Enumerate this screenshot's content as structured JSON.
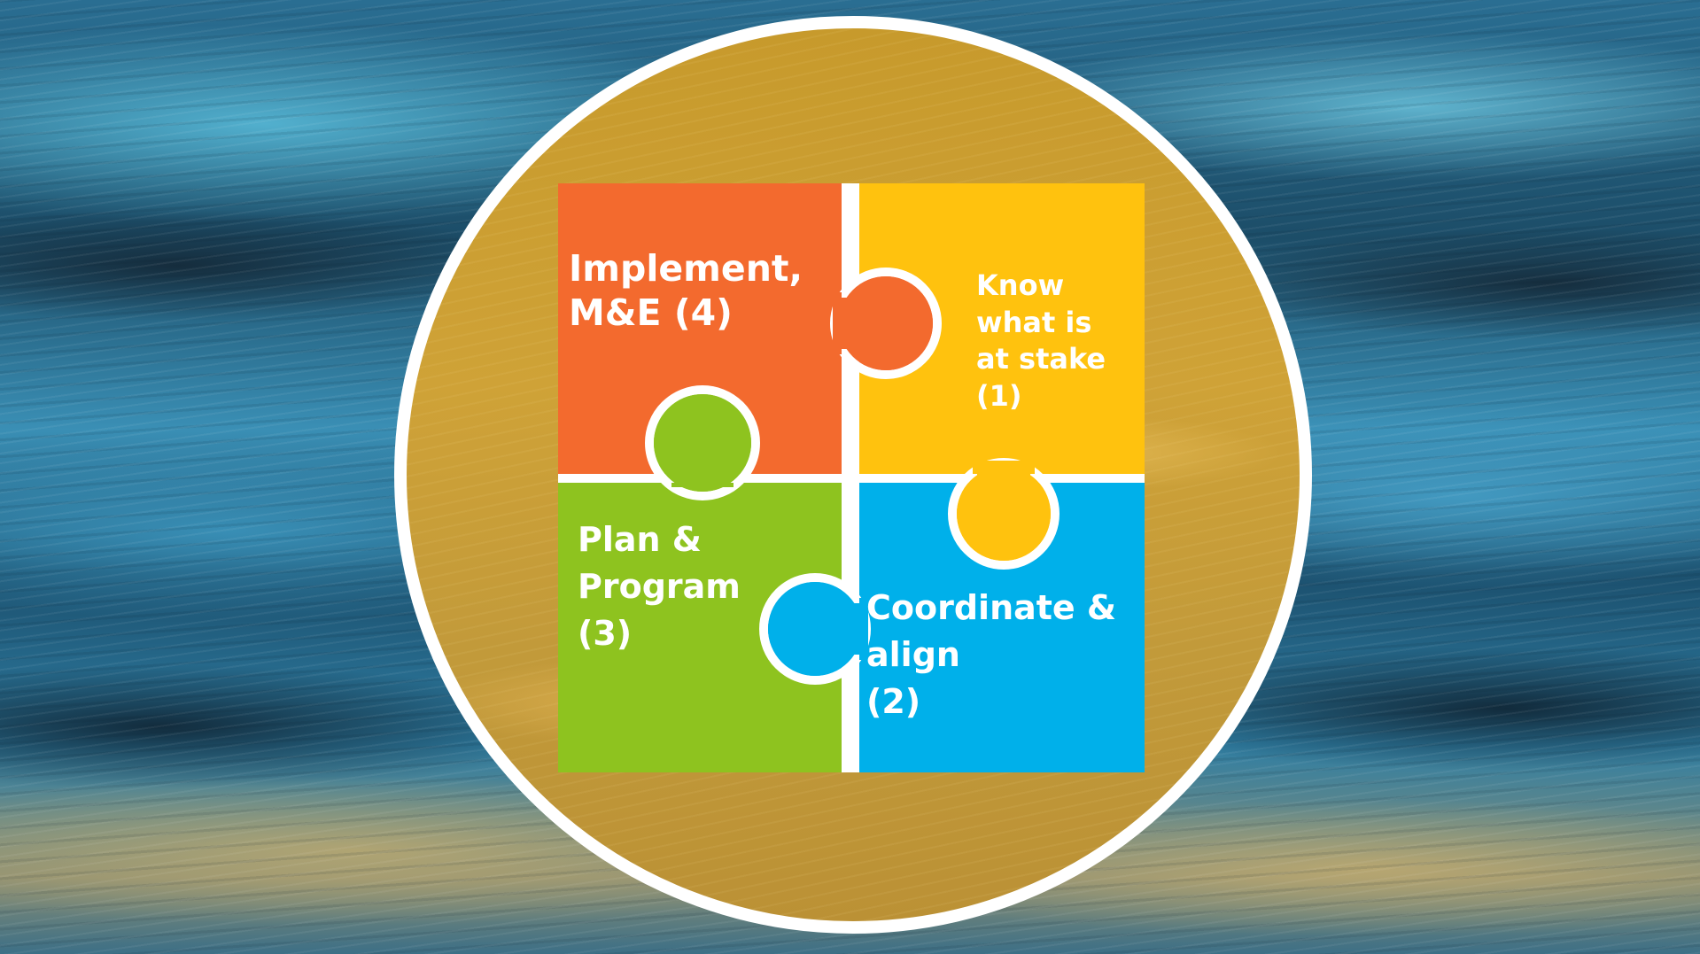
{
  "diagram": {
    "pieces": [
      {
        "label": "Implement,\nM&E (4)",
        "color": "#f36a2e"
      },
      {
        "label": "Know\nwhat is\nat stake\n(1)",
        "color": "#ffc20e"
      },
      {
        "label": "Plan &\nProgram\n(3)",
        "color": "#8ec31f"
      },
      {
        "label": "Coordinate &\nalign\n(2)",
        "color": "#00b0ea"
      }
    ],
    "colors": {
      "border": "#ffffff",
      "circle_fill": "#c89b2f",
      "background": "#2a6e92"
    }
  }
}
